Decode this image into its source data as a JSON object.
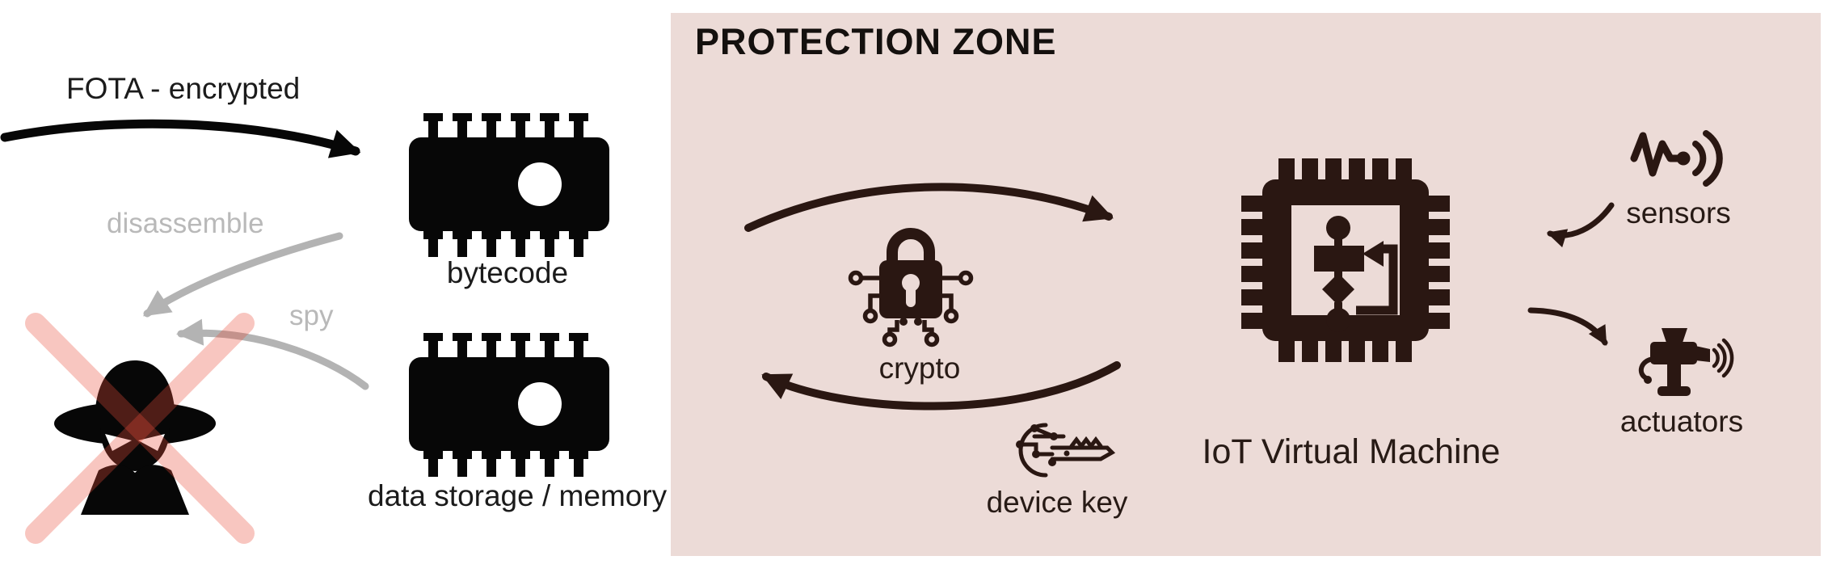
{
  "diagram": {
    "left": {
      "fota_label": "FOTA - encrypted",
      "disassemble_label": "disassemble",
      "spy_label": "spy",
      "bytecode_label": "bytecode",
      "data_storage_label": "data storage / memory"
    },
    "protection_zone": {
      "title": "PROTECTION ZONE",
      "crypto_label": "crypto",
      "device_key_label": "device key",
      "iot_vm_label": "IoT Virtual Machine",
      "sensors_label": "sensors",
      "actuators_label": "actuators"
    }
  },
  "icons": {
    "bytecode_chip": "memory-chip-icon",
    "data_storage_chip": "memory-chip-icon",
    "attacker": "spy-icon",
    "attacker_blocked": "red-x-cross",
    "crypto": "circuit-padlock-icon",
    "device_key": "circuit-key-icon",
    "iot_vm": "cpu-flowchart-icon",
    "sensors": "pulse-signal-icon",
    "actuators": "actuator-signal-icon"
  },
  "colors": {
    "background": "#ffffff",
    "zone_background": "#ecdbd7",
    "zone_dark": "#2a1712",
    "icon_black": "#070707",
    "gray_text": "#b9b9b9",
    "gray_arrow": "#b3b3b3",
    "cross_red": "rgba(233,78,60,0.32)"
  }
}
